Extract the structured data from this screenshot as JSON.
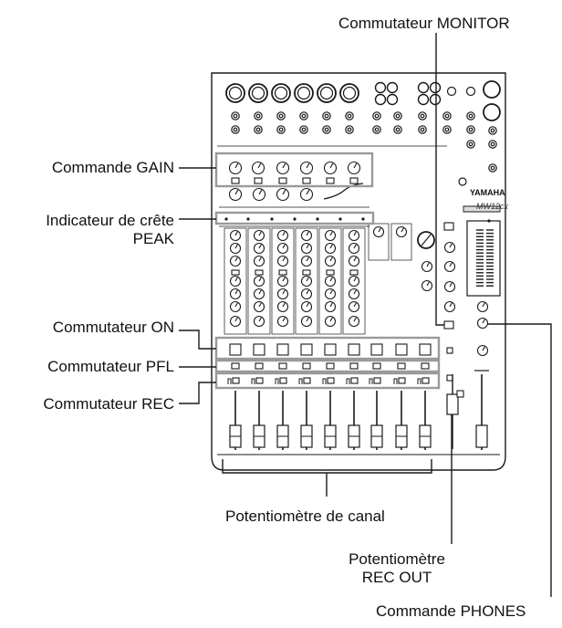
{
  "labels": {
    "monitor": "Commutateur MONITOR",
    "gain": "Commande GAIN",
    "peak_line1": "Indicateur de crête",
    "peak_line2": "PEAK",
    "on": "Commutateur ON",
    "pfl": "Commutateur PFL",
    "rec": "Commutateur REC",
    "channel_fader": "Potentiomètre de canal",
    "rec_out_line1": "Potentiomètre",
    "rec_out_line2": "REC OUT",
    "phones": "Commande PHONES"
  },
  "device": {
    "brand": "YAMAHA",
    "model": "MW12cx"
  },
  "colors": {
    "stroke": "#1a1a1a",
    "highlight_box": "#9a9a9a",
    "panel": "#ffffff"
  }
}
